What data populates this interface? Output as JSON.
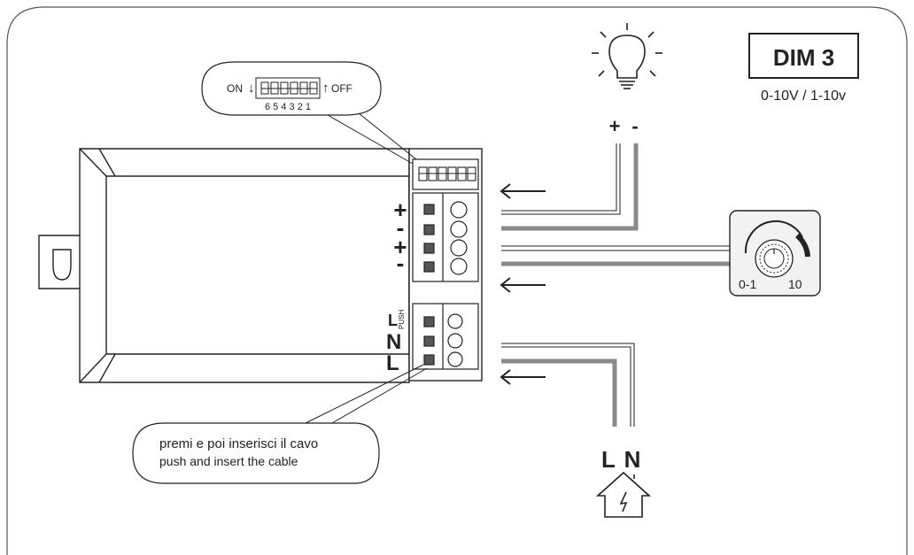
{
  "badge": {
    "title": "DIM 3",
    "subtitle": "0-10V / 1-10v"
  },
  "dip": {
    "on_label": "ON",
    "off_label": "OFF",
    "numbers": "6 5 4 3 2 1"
  },
  "dim_terminals": {
    "signs": [
      "+",
      "-",
      "+",
      "-"
    ]
  },
  "lamp": {
    "plus": "+",
    "minus": "-"
  },
  "mains_terminals": {
    "push": "PUSH",
    "l": "L",
    "n": "N",
    "l2": "L"
  },
  "potentiometer": {
    "min_label": "0-1",
    "max_label": "10"
  },
  "supply": {
    "l": "L",
    "n": "N"
  },
  "callout": {
    "line1": "premi e poi inserisci il cavo",
    "line2": "push and insert the cable"
  },
  "colors": {
    "wire_dark": "#8a8a8a",
    "stroke": "#222222",
    "frame": "#555555"
  }
}
